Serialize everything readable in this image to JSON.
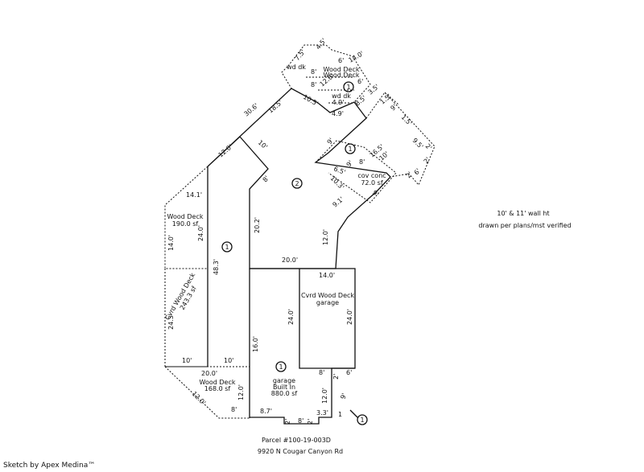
{
  "floor_markers": [
    "1",
    "2",
    "1",
    "1",
    "1",
    "1"
  ],
  "areas": {
    "wood_deck_top": [
      "Wood Deck",
      "Wood Deck"
    ],
    "wd_dk_1": "wd dk",
    "wd_dk_2": [
      "wd dk",
      "4.9'"
    ],
    "cov_conc": [
      "cov conc",
      "72.0 sf"
    ],
    "wood_deck_left": [
      "Wood Deck",
      "190.0 sf"
    ],
    "cvrd_wood_deck_left": [
      "Cvrd Wood Deck",
      "243.3 sf"
    ],
    "cvrd_wood_deck_garage": [
      "Cvrd Wood Deck",
      "garage"
    ],
    "wood_deck_bottom": [
      "Wood Deck",
      "168.0 sf"
    ],
    "garage": [
      "garage",
      "Built In",
      "880.0 sf"
    ]
  },
  "dims": [
    "7.5'",
    "4.5'",
    "14.0'",
    "6'",
    "8'",
    "12.0'",
    "6'",
    "8'",
    "10.5'",
    "4.9'",
    "8.5'",
    "3.5'",
    "1.5'",
    "9'",
    "1.5'",
    "30.6'",
    "18.5'",
    "9.5'",
    "2'",
    "2'",
    "6'",
    "2'",
    "12.0'",
    "10'",
    "9'",
    "16.5'",
    "10'",
    "6.5'",
    "9'",
    "8'",
    "9'",
    "10.3'",
    "8'",
    "9.1'",
    "14.1'",
    "24.0'",
    "14.0'",
    "48.3'",
    "20.2'",
    "12.0'",
    "20.0'",
    "14.0'",
    "24.3'",
    "24.0'",
    "24.0'",
    "10'",
    "10'",
    "16.0'",
    "20.0'",
    "12.0'",
    "8'",
    "8'",
    "6'",
    "2'",
    "12.0'",
    "9'",
    "12.0'",
    "8.7'",
    "2'",
    "8'",
    "2'",
    "3.3'",
    "1"
  ],
  "note": [
    "10' & 11' wall ht",
    "drawn per plans/mst verified"
  ],
  "parcel": [
    "Parcel #100-19-003D",
    "9920 N Cougar Canyon Rd"
  ],
  "credit": "Sketch by Apex Medina™"
}
